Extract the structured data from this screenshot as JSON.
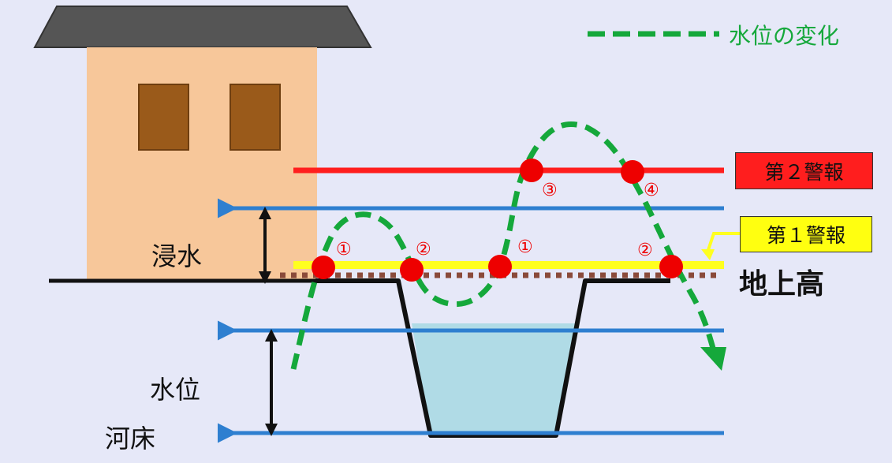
{
  "legend": {
    "label": "水位の変化"
  },
  "labels": {
    "flood": "浸水",
    "ground_height": "地上高",
    "water_level": "水位",
    "riverbed": "河床"
  },
  "warnings": {
    "level2": "第２警報",
    "level1": "第１警報"
  },
  "markers": {
    "m1a": "①",
    "m2a": "②",
    "m1b": "①",
    "m3": "③",
    "m4": "④",
    "m2b": "②"
  },
  "colors": {
    "background": "#e6e8f8",
    "house_wall": "#f7c79a",
    "roof": "#555555",
    "window": "#9a5a1a",
    "warning2_line": "#ff1e1e",
    "warning1_line": "#ffff20",
    "water_curve": "#15a83b",
    "arrow_lines": "#2e7fd0",
    "river_water": "#b0dbe6",
    "points": "#ee0000"
  }
}
